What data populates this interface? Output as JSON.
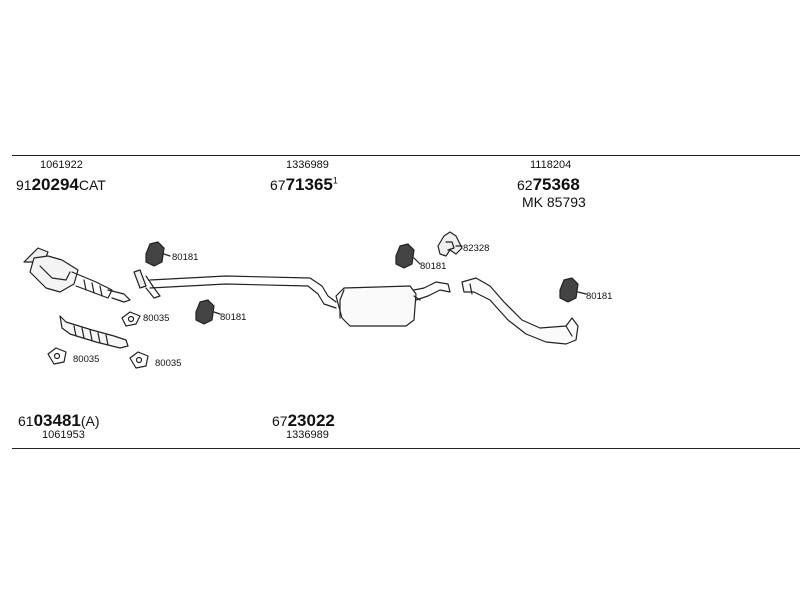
{
  "top_row": {
    "col1": {
      "small": "1061922",
      "prefix": "91",
      "bold": "20294",
      "suffix": "CAT"
    },
    "col2": {
      "small": "1336989",
      "prefix": "67",
      "bold": "71365",
      "sup": "1"
    },
    "col3": {
      "small": "1118204",
      "prefix": "62",
      "bold": "75368",
      "line2": "MK 85793"
    }
  },
  "bottom_row": {
    "col1": {
      "prefix": "61",
      "bold": "03481",
      "suffix": "(A)",
      "small": "1061953"
    },
    "col2": {
      "prefix": "67",
      "bold": "23022",
      "small": "1336989"
    }
  },
  "callouts": {
    "hanger_a": "80181",
    "hanger_b": "80181",
    "hanger_c": "80181",
    "hanger_d": "80181",
    "clamp": "82328",
    "gasket_a": "80035",
    "gasket_b": "80035",
    "gasket_c": "80035"
  }
}
